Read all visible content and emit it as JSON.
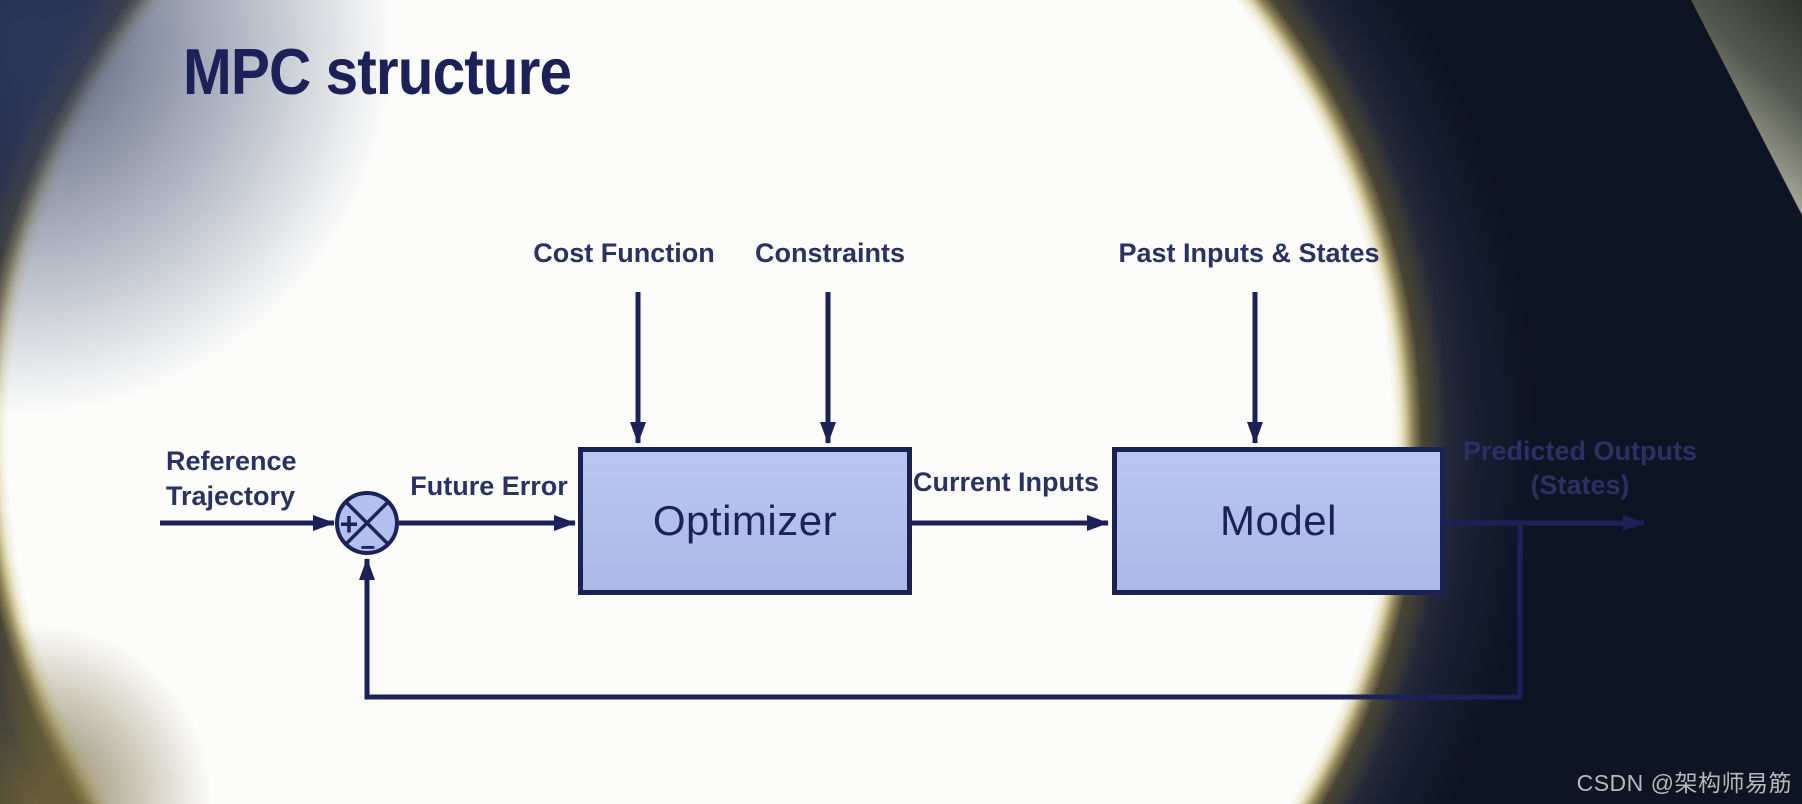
{
  "title": "MPC structure",
  "watermark": "CSDN @架构师易筋",
  "theme": {
    "navy": "#1c2257",
    "label-navy": "#2a3163",
    "box-fill": "#b1c0ec",
    "box-border": "#1b2150",
    "slide-bg": "#fcfcfb",
    "rim-gold": "#cfc79b",
    "watermark-gray": "#b8b8b8"
  },
  "diagram": {
    "type": "control-block-diagram",
    "blocks": [
      {
        "id": "optimizer",
        "label": "Optimizer"
      },
      {
        "id": "model",
        "label": "Model"
      }
    ],
    "top_inputs": [
      {
        "label": "Cost Function",
        "target": "optimizer"
      },
      {
        "label": "Constraints",
        "target": "optimizer"
      },
      {
        "label": "Past Inputs & States",
        "target": "model"
      }
    ],
    "signals": {
      "reference_line1": "Reference",
      "reference_line2": "Trajectory",
      "future_error": "Future Error",
      "current_inputs": "Current Inputs",
      "predicted_outputs_line1": "Predicted Outputs",
      "predicted_outputs_line2": "(States)"
    },
    "sum_junction": {
      "plus": "+",
      "minus": "−"
    },
    "edges": [
      {
        "from": "reference-trajectory",
        "to": "sum-junction",
        "label": "Reference Trajectory",
        "sign": "+"
      },
      {
        "from": "sum-junction",
        "to": "optimizer",
        "label": "Future Error"
      },
      {
        "from": "cost-function",
        "to": "optimizer",
        "label": "Cost Function"
      },
      {
        "from": "constraints",
        "to": "optimizer",
        "label": "Constraints"
      },
      {
        "from": "optimizer",
        "to": "model",
        "label": "Current Inputs"
      },
      {
        "from": "past-inputs-states",
        "to": "model",
        "label": "Past Inputs & States"
      },
      {
        "from": "model",
        "to": "output",
        "label": "Predicted Outputs (States)"
      },
      {
        "from": "model-output",
        "to": "sum-junction",
        "label": "feedback",
        "sign": "−"
      }
    ]
  }
}
